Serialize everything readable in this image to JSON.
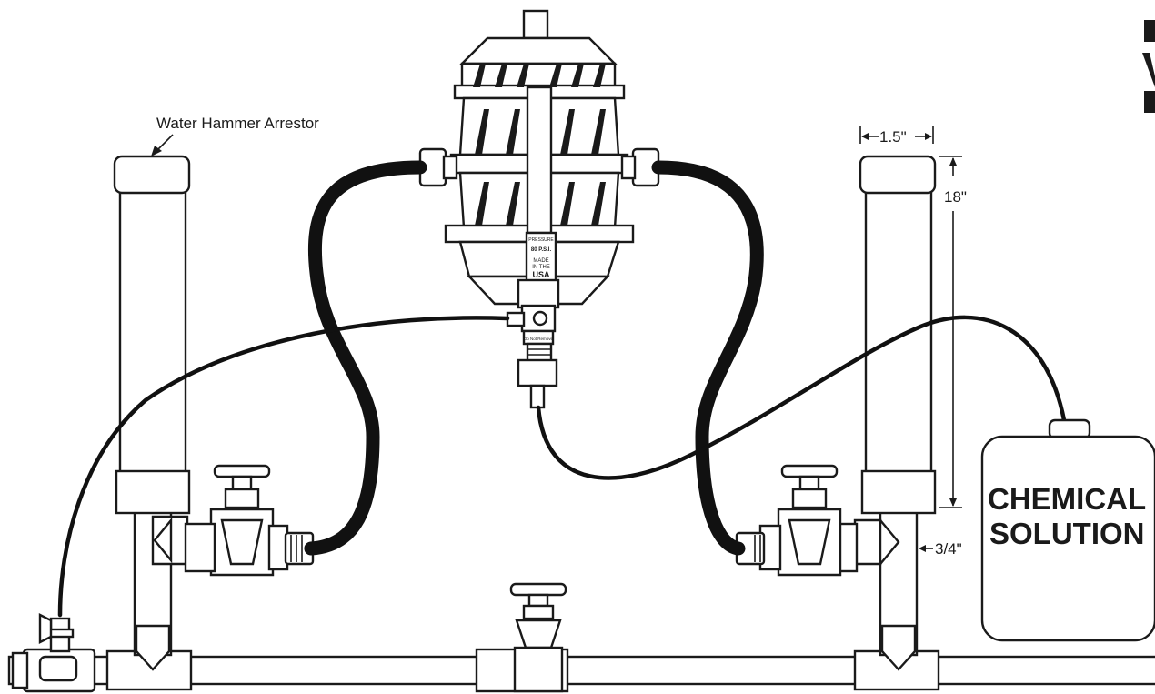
{
  "labels": {
    "arrestor": "Water Hammer Arrestor",
    "width_dim": "1.5\"",
    "height_dim": "18\"",
    "pipe_dim": "3/4\""
  },
  "tank": {
    "line1": "CHEMICAL",
    "line2": "SOLUTION"
  },
  "injector": {
    "plate_pressure": "PRESSURE",
    "plate_psi": "80 P.S.I.",
    "plate_made": "MADE",
    "plate_in": "IN THE",
    "plate_country": "USA",
    "fitting_note": "Do Not Remove"
  },
  "colors": {
    "ink": "#1a1a1a",
    "background": "#ffffff"
  }
}
